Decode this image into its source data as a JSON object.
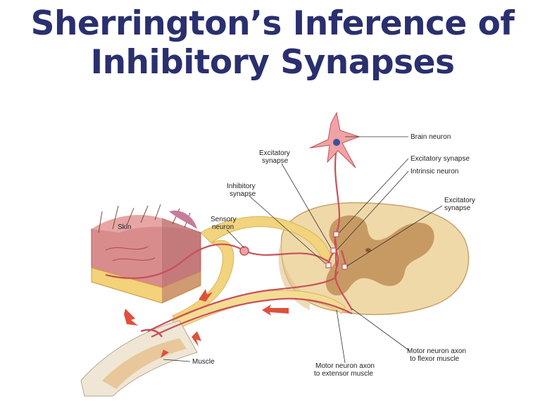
{
  "title": {
    "line1": "Sherrington’s Inference of",
    "line2": "Inhibitory Synapses"
  },
  "labels": {
    "brain_neuron": "Brain neuron",
    "excitatory_synapse_right_top": "Excitatory synapse",
    "intrinsic_neuron": "Intrinsic neuron",
    "excitatory_synapse_right_l1": "Excitatory",
    "excitatory_synapse_right_l2": "synapse",
    "excitatory_synapse_left_l1": "Excitatory",
    "excitatory_synapse_left_l2": "synapse",
    "inhibitory_synapse_l1": "Inhibitory",
    "inhibitory_synapse_l2": "synapse",
    "sensory_neuron_l1": "Sensory",
    "sensory_neuron_l2": "neuron",
    "skin": "Skin",
    "muscle": "Muscle",
    "motor_extensor_l1": "Motor neuron axon",
    "motor_extensor_l2": "to extensor muscle",
    "motor_flexor_l1": "Motor neuron axon",
    "motor_flexor_l2": "to flexor muscle"
  },
  "colors": {
    "title": "#2a2f6e",
    "neuron": "#c8505a",
    "nerve": "#f2d37e",
    "cord_white": "#f0d9a8",
    "cord_gray": "#c89a63",
    "skin": "#d98c8c",
    "arrow": "#e0503c"
  }
}
